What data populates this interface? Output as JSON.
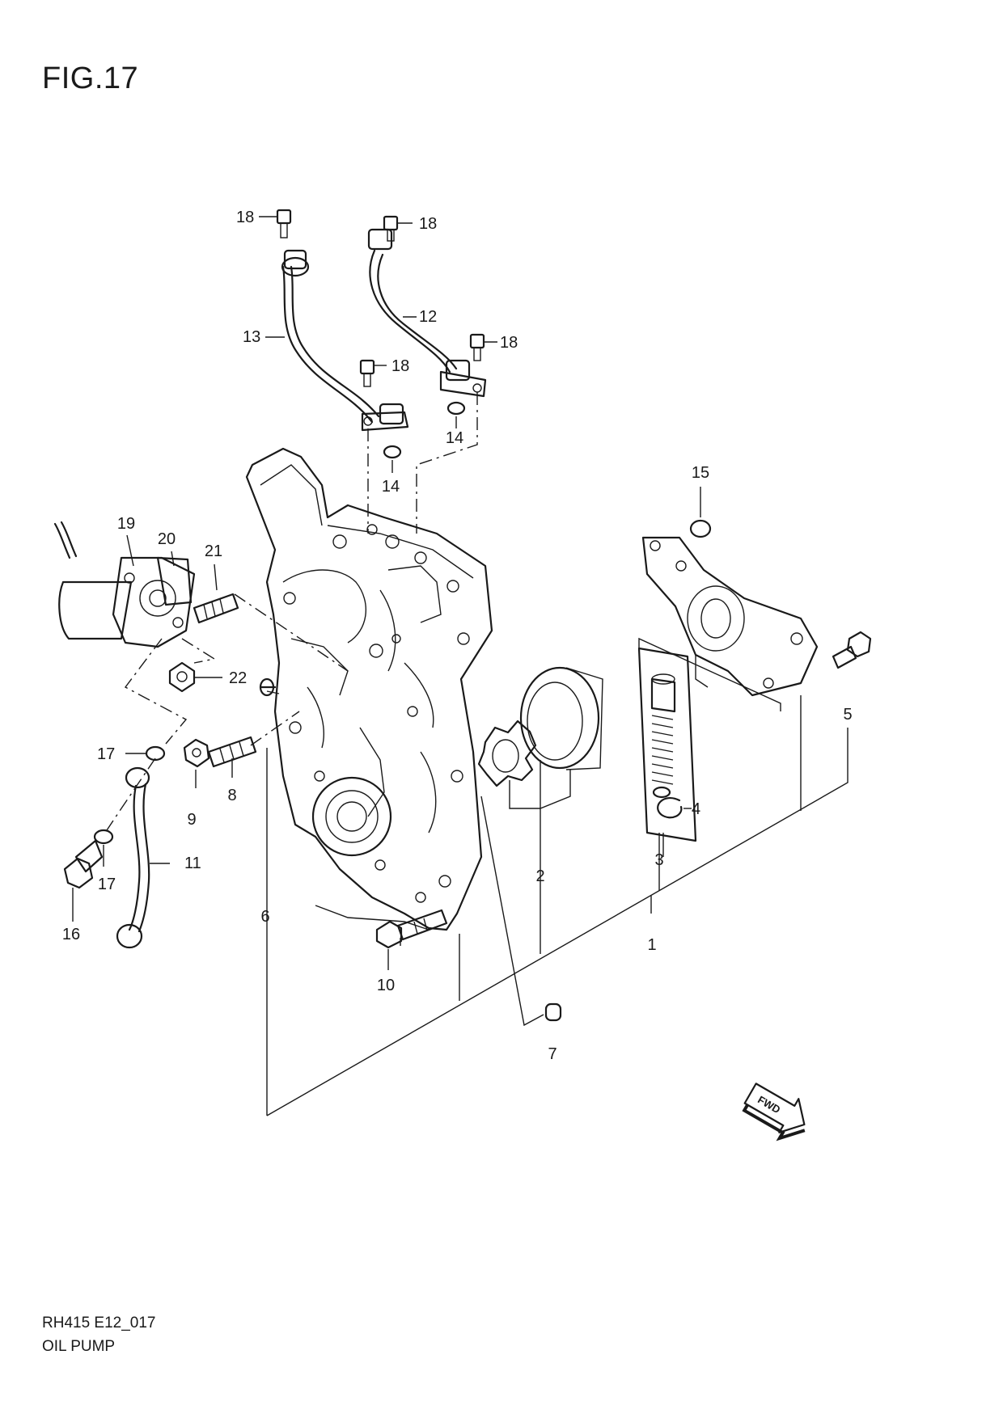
{
  "figure": {
    "title": "FIG.17"
  },
  "callouts": {
    "c1": "1",
    "c2": "2",
    "c3": "3",
    "c4": "4",
    "c5": "5",
    "c6": "6",
    "c7": "7",
    "c8": "8",
    "c9": "9",
    "c10": "10",
    "c11": "11",
    "c12": "12",
    "c13": "13",
    "c14": "14",
    "c15": "15",
    "c16": "16",
    "c17": "17",
    "c18": "18",
    "c19": "19",
    "c20": "20",
    "c21": "21",
    "c22": "22"
  },
  "fwd_marker": {
    "label": "FWD"
  },
  "footer": {
    "code": "RH415 E12_017",
    "name": "OIL PUMP"
  }
}
